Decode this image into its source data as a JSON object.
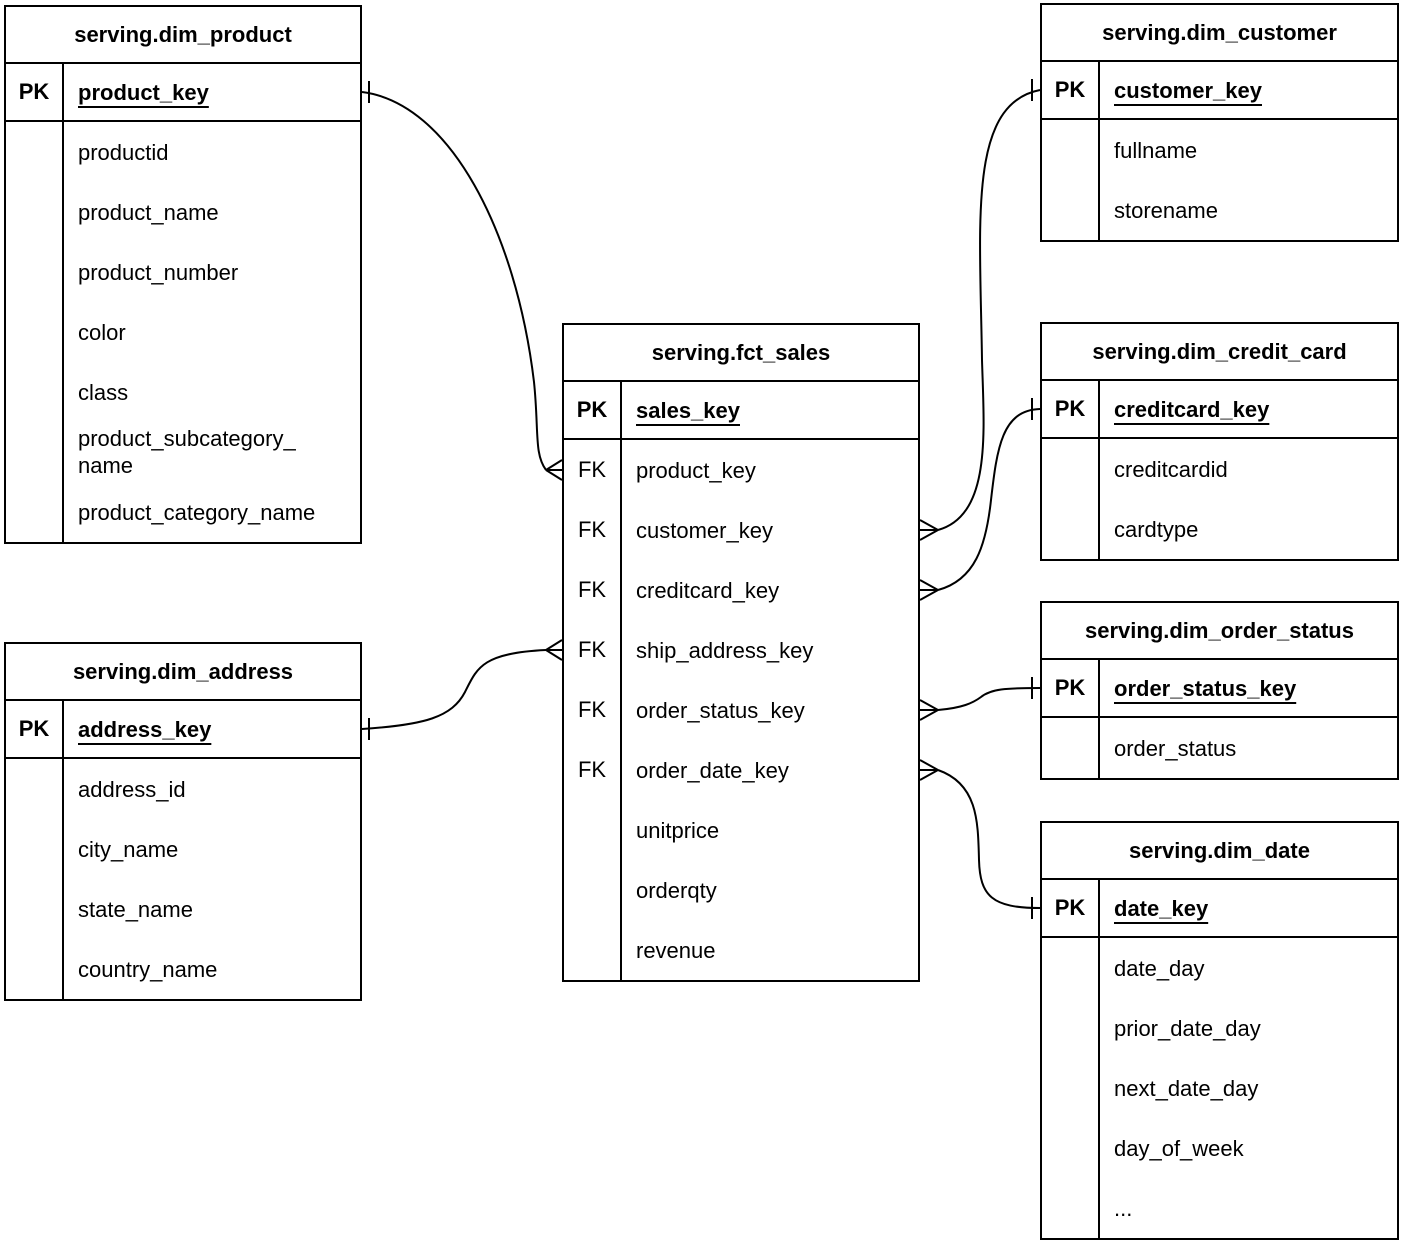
{
  "diagram": {
    "type": "entity-relationship",
    "colors": {
      "line": "#000000",
      "background": "#ffffff",
      "text": "#000000"
    },
    "tables": {
      "dim_product": {
        "title": "serving.dim_product",
        "pk_label": "PK",
        "pk": "product_key",
        "fields": [
          "productid",
          "product_name",
          "product_number",
          "color",
          "class",
          "product_subcategory_\nname",
          "product_category_name"
        ]
      },
      "dim_address": {
        "title": "serving.dim_address",
        "pk_label": "PK",
        "pk": "address_key",
        "fields": [
          "address_id",
          "city_name",
          "state_name",
          "country_name"
        ]
      },
      "fct_sales": {
        "title": "serving.fct_sales",
        "pk_label": "PK",
        "pk": "sales_key",
        "rows": [
          {
            "key": "FK",
            "name": "product_key"
          },
          {
            "key": "FK",
            "name": "customer_key"
          },
          {
            "key": "FK",
            "name": "creditcard_key"
          },
          {
            "key": "FK",
            "name": "ship_address_key"
          },
          {
            "key": "FK",
            "name": "order_status_key"
          },
          {
            "key": "FK",
            "name": "order_date_key"
          },
          {
            "key": "",
            "name": "unitprice"
          },
          {
            "key": "",
            "name": "orderqty"
          },
          {
            "key": "",
            "name": "revenue"
          }
        ]
      },
      "dim_customer": {
        "title": "serving.dim_customer",
        "pk_label": "PK",
        "pk": "customer_key",
        "fields": [
          "fullname",
          "storename"
        ]
      },
      "dim_credit_card": {
        "title": "serving.dim_credit_card",
        "pk_label": "PK",
        "pk": "creditcard_key",
        "fields": [
          "creditcardid",
          "cardtype"
        ]
      },
      "dim_order_status": {
        "title": "serving.dim_order_status",
        "pk_label": "PK",
        "pk": "order_status_key",
        "fields": [
          "order_status"
        ]
      },
      "dim_date": {
        "title": "serving.dim_date",
        "pk_label": "PK",
        "pk": "date_key",
        "fields": [
          "date_day",
          "prior_date_day",
          "next_date_day",
          "day_of_week",
          "..."
        ]
      }
    },
    "relationships": [
      {
        "from": "serving.dim_product.product_key",
        "to": "serving.fct_sales.product_key",
        "cardinality": "one-to-many"
      },
      {
        "from": "serving.dim_address.address_key",
        "to": "serving.fct_sales.ship_address_key",
        "cardinality": "one-to-many"
      },
      {
        "from": "serving.dim_customer.customer_key",
        "to": "serving.fct_sales.customer_key",
        "cardinality": "one-to-many"
      },
      {
        "from": "serving.dim_credit_card.creditcard_key",
        "to": "serving.fct_sales.creditcard_key",
        "cardinality": "one-to-many"
      },
      {
        "from": "serving.dim_order_status.order_status_key",
        "to": "serving.fct_sales.order_status_key",
        "cardinality": "one-to-many"
      },
      {
        "from": "serving.dim_date.date_key",
        "to": "serving.fct_sales.order_date_key",
        "cardinality": "one-to-many"
      }
    ]
  }
}
